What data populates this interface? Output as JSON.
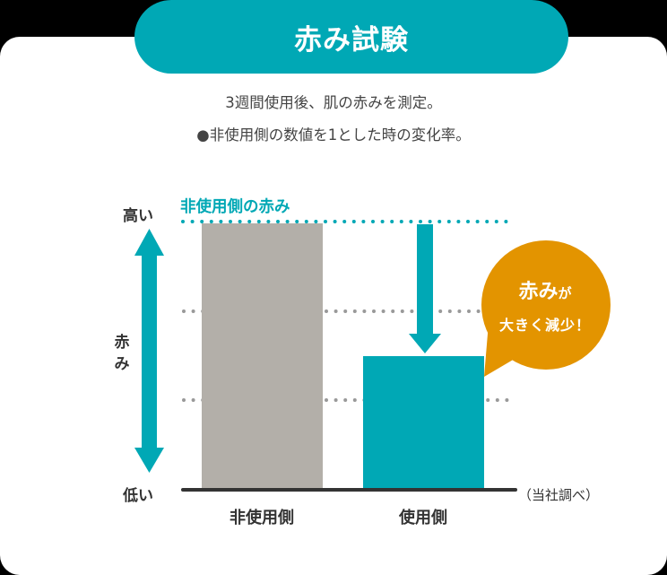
{
  "header": {
    "title": "赤み試験"
  },
  "description": {
    "line1": "3週間使用後、肌の赤みを測定。",
    "line2": "●非使用側の数値を1とした時の変化率。"
  },
  "axis": {
    "high_label": "高い",
    "low_label": "低い",
    "y_title_line1": "赤",
    "y_title_line2": "み"
  },
  "reference_line": {
    "label": "非使用側の赤み"
  },
  "callout": {
    "big": "赤み",
    "small": "が",
    "line2": "大きく減少！"
  },
  "source_note": "（当社調べ）",
  "colors": {
    "teal": "#00a8b5",
    "gray_bar": "#b3afa9",
    "orange": "#e39400",
    "baseline": "#333333",
    "gridline": "#999999"
  },
  "chart_data": {
    "type": "bar",
    "title": "赤み試験",
    "subtitle": "3週間使用後、肌の赤みを測定。●非使用側の数値を1とした時の変化率。",
    "categories": [
      "非使用側",
      "使用側"
    ],
    "values": [
      1.0,
      0.5
    ],
    "xlabel": "",
    "ylabel": "赤み",
    "y_tick_labels": {
      "top": "高い",
      "bottom": "低い"
    },
    "ylim": [
      0,
      1.0
    ],
    "gridlines": [
      0.33,
      0.67
    ],
    "reference_line": {
      "value": 1.0,
      "label": "非使用側の赤み"
    },
    "annotation": "赤みが大きく減少！",
    "source": "（当社調べ）",
    "grid": true,
    "legend": "none"
  }
}
